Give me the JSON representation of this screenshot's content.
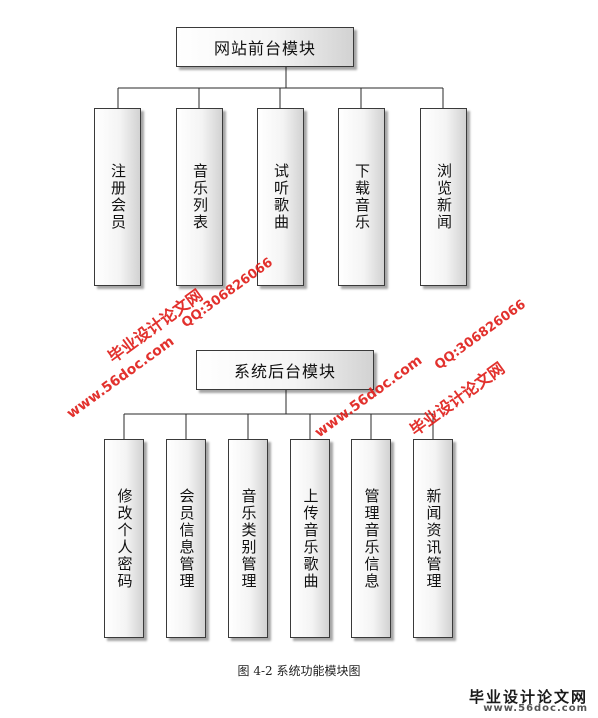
{
  "diagram": {
    "front_module": {
      "title": "网站前台模块",
      "children": [
        "注册会员",
        "音乐列表",
        "试听歌曲",
        "下载音乐",
        "浏览新闻"
      ]
    },
    "back_module": {
      "title": "系统后台模块",
      "children": [
        "修改个人密码",
        "会员信息管理",
        "音乐类别管理",
        "上传音乐歌曲",
        "管理音乐信息",
        "新闻资讯管理"
      ]
    },
    "caption": "图 4-2  系统功能模块图"
  },
  "watermarks": {
    "brand": "毕业设计论文网",
    "url": "www.56doc.com",
    "qq": "QQ:306826066"
  },
  "logo": {
    "title": "毕业设计论文网",
    "url": "www.56doc.com"
  },
  "colors": {
    "watermark": "#e0201c",
    "box_border": "#3a3a3a"
  }
}
